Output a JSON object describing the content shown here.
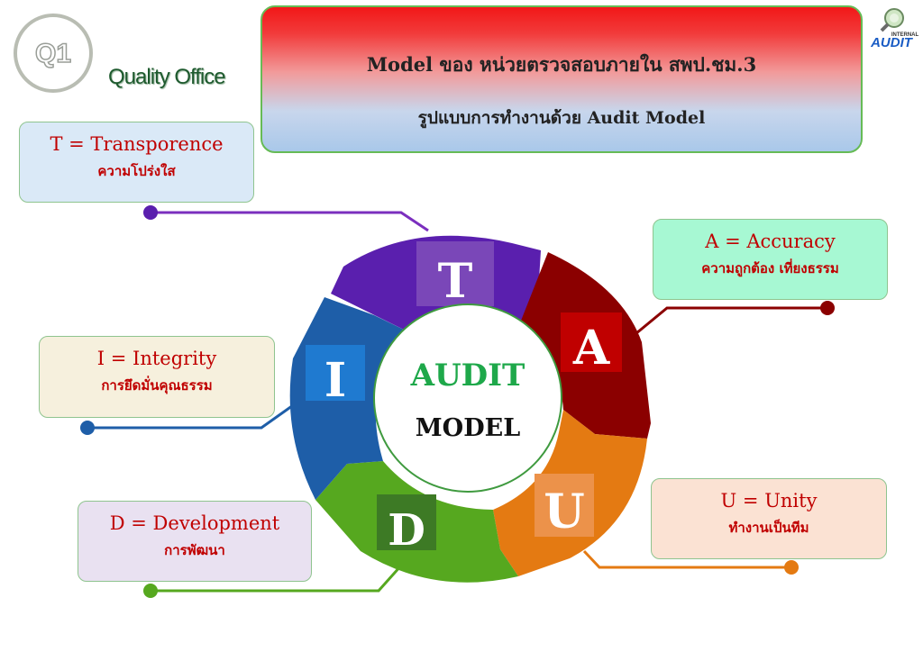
{
  "q1_logo": {
    "label": "Q1",
    "icon": "q1-badge-icon"
  },
  "quality_office": "Quality Office",
  "title": {
    "line1": "Model ของ หน่วยตรวจสอบภายใน  สพป.ชม.3",
    "line2": "รูปแบบการทำงานด้วย Audit Model"
  },
  "internal_audit_logo": {
    "line1": "INTERNAL",
    "line2": "AUDIT",
    "icon": "magnifier-icon"
  },
  "center": {
    "line1": "AUDIT",
    "line2": "MODEL"
  },
  "segments": {
    "t": "T",
    "a": "A",
    "u": "U",
    "d": "D",
    "i": "I"
  },
  "cards": {
    "t": {
      "heading": "T = Transporence",
      "sub": "ความโปร่งใส"
    },
    "a": {
      "heading": "A = Accuracy",
      "sub": "ความถูกต้อง เที่ยงธรรม"
    },
    "i": {
      "heading": "I = Integrity",
      "sub": "การยึดมั่นคุณธรรม"
    },
    "d": {
      "heading": "D = Development",
      "sub": "การพัฒนา"
    },
    "u": {
      "heading": "U = Unity",
      "sub": "ทำงานเป็นทีม"
    }
  },
  "colors": {
    "t": "#5a1fae",
    "a": "#8b0000",
    "u": "#e47a12",
    "d": "#56a81f",
    "i": "#1e5ea8",
    "card_heading": "#c00000",
    "center_audit": "#1ea84a"
  }
}
